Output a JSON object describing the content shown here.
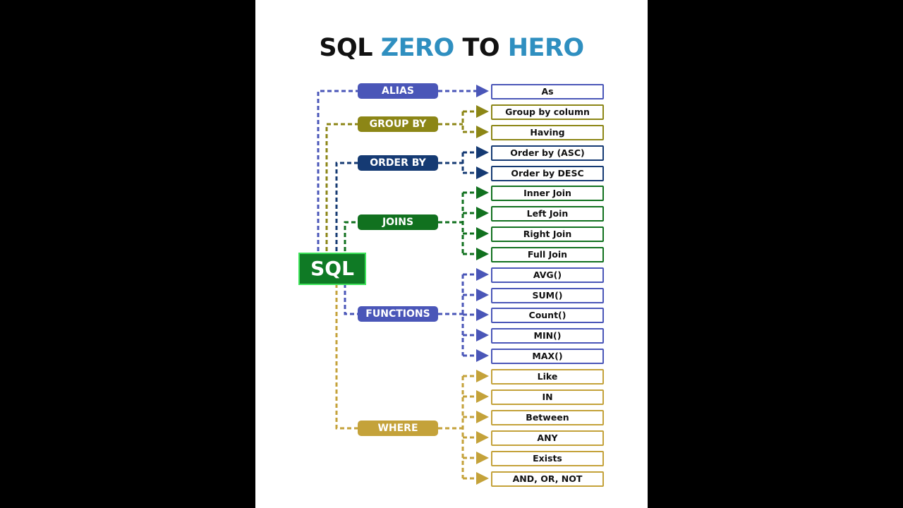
{
  "title": {
    "part1": "SQL ",
    "part2": "ZERO",
    "part3": " TO ",
    "part4": "HERO"
  },
  "root": {
    "label": "SQL"
  },
  "colors": {
    "alias": "#4a56b8",
    "group_by": "#8c8616",
    "order_by": "#153a73",
    "joins": "#11711f",
    "functions": "#4a56b8",
    "where": "#c4a23a",
    "title_accent": "#2f8fc0"
  },
  "categories": [
    {
      "label": "ALIAS",
      "items": [
        "As"
      ]
    },
    {
      "label": "GROUP BY",
      "items": [
        "Group by column",
        "Having"
      ]
    },
    {
      "label": "ORDER BY",
      "items": [
        "Order by (ASC)",
        "Order by DESC"
      ]
    },
    {
      "label": "JOINS",
      "items": [
        "Inner Join",
        "Left Join",
        "Right Join",
        "Full Join"
      ]
    },
    {
      "label": "FUNCTIONS",
      "items": [
        "AVG()",
        "SUM()",
        "Count()",
        "MIN()",
        "MAX()"
      ]
    },
    {
      "label": "WHERE",
      "items": [
        "Like",
        "IN",
        "Between",
        "ANY",
        "Exists",
        "AND, OR, NOT"
      ]
    }
  ]
}
